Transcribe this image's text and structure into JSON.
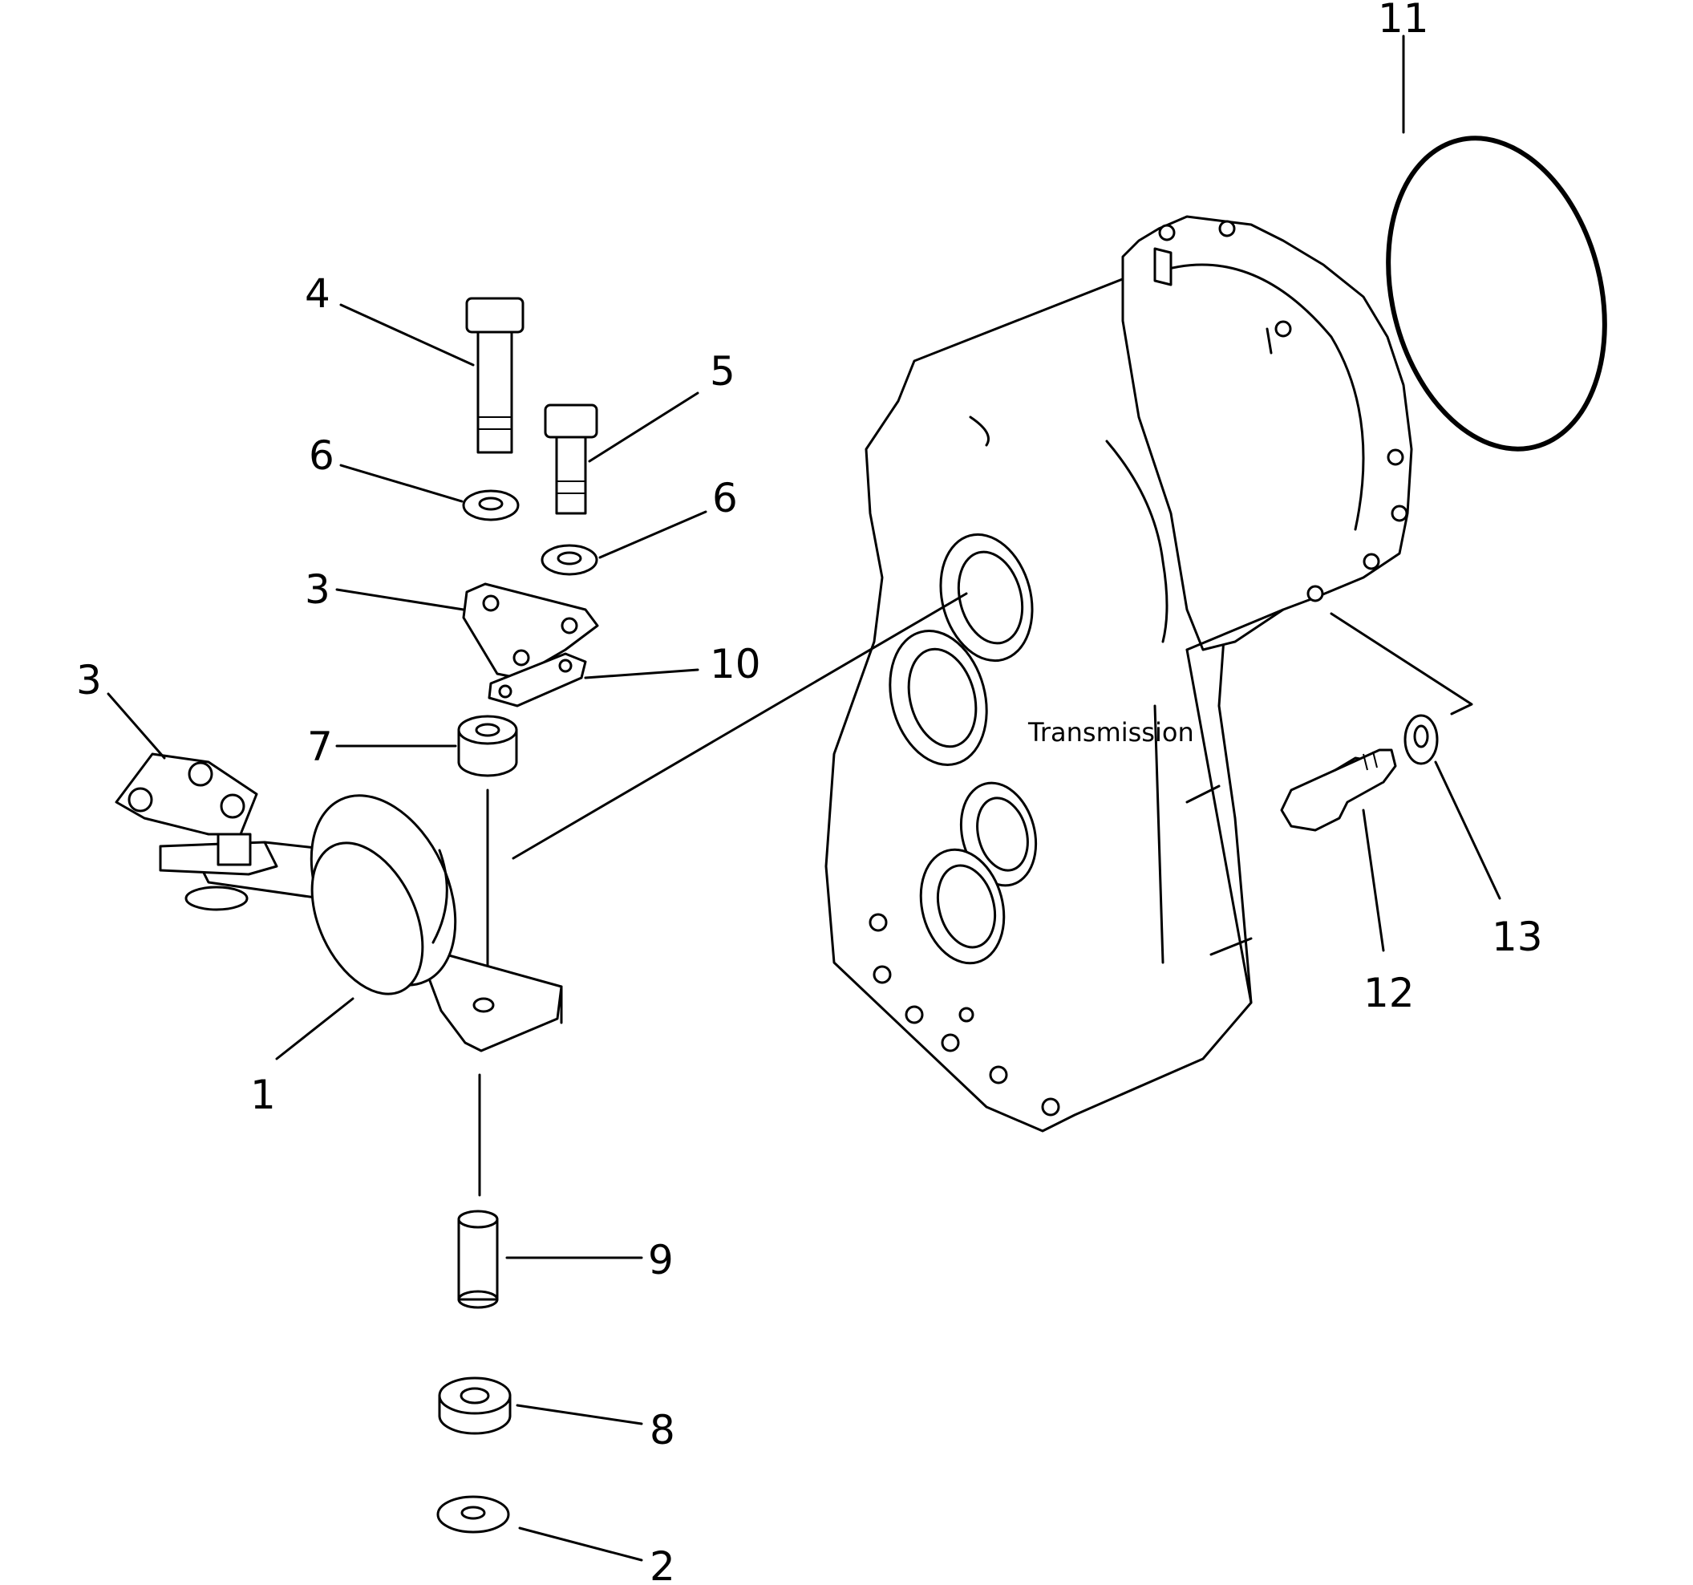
{
  "diagram": {
    "main_label": "Transmission",
    "callouts": {
      "c1": "1",
      "c2": "2",
      "c3a": "3",
      "c3b": "3",
      "c4": "4",
      "c5": "5",
      "c6a": "6",
      "c6b": "6",
      "c7": "7",
      "c8": "8",
      "c9": "9",
      "c10": "10",
      "c11": "11",
      "c12": "12",
      "c13": "13"
    }
  }
}
